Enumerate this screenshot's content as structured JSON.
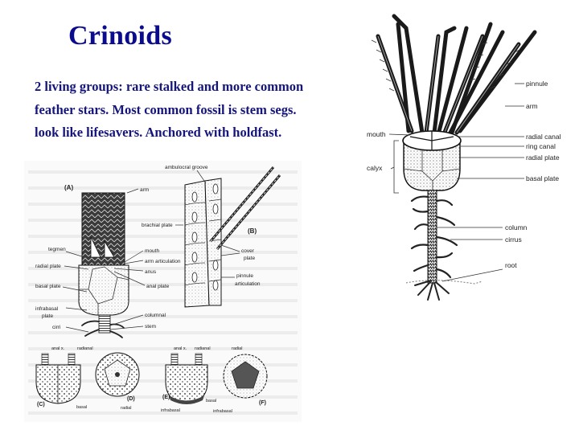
{
  "slide": {
    "title": "Crinoids",
    "body_lines": [
      "2 living groups: rare stalked and more common",
      "feather stars. Most common fossil is stem segs.",
      "look like lifesavers. Anchored with holdfast."
    ],
    "colors": {
      "title": "#0b0b8e",
      "body": "#15157c",
      "background": "#ffffff"
    }
  },
  "figure_right": {
    "labels": {
      "pinnule": "pinnule",
      "arm": "arm",
      "mouth": "mouth",
      "radial_canal": "radial canal",
      "ring_canal": "ring canal",
      "calyx": "calyx",
      "radial_plate": "radial plate",
      "basal_plate": "basal plate",
      "column": "column",
      "cirrus": "cirrus",
      "root": "root"
    }
  },
  "figure_left": {
    "panel_a": {
      "tag": "(A)",
      "labels": {
        "arm": "arm",
        "tegmen": "tegmen",
        "mouth": "mouth",
        "arm_articulation": "arm articulation",
        "radial_plate": "radial plate",
        "anus": "anus",
        "basal_plate": "basal plate",
        "anal_plate": "anal plate",
        "infrabasal": "infrabasal",
        "plate": "plate",
        "columnal": "columnal",
        "cirri": "cirri",
        "stem": "stem"
      }
    },
    "panel_b": {
      "tag": "(B)",
      "labels": {
        "ambulacral_groove": "ambulocral groove",
        "brachial_plate": "brachial plate",
        "cover": "cover",
        "cover_plate": "plate",
        "pinnule": "pinnule",
        "articulation": "articulation"
      }
    },
    "panel_c": {
      "tag": "(C)",
      "labels": {
        "anal_x": "anal x.",
        "radianal": "radianal",
        "basal": "basal"
      }
    },
    "panel_d": {
      "tag": "(D)",
      "labels": {
        "radial": "radial"
      }
    },
    "panel_e": {
      "tag": "(E)",
      "labels": {
        "anal_x": "anal x.",
        "radianal": "radianal",
        "basal": "basal",
        "infrabasal": "infrabasal"
      }
    },
    "panel_f": {
      "tag": "(F)",
      "labels": {
        "radial": "radial",
        "infrabasal": "infrabasal"
      }
    }
  }
}
